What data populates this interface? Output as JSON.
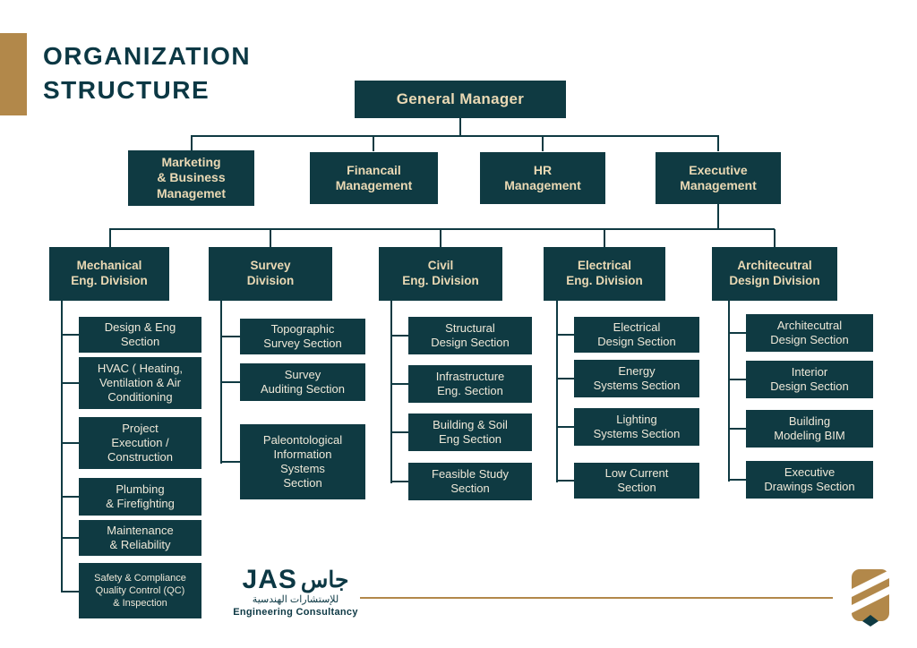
{
  "title": {
    "line1": "ORGANIZATION",
    "line2": "STRUCTURE"
  },
  "colors": {
    "teal": "#0f3a42",
    "gold": "#b2884a",
    "cream": "#eee8d8"
  },
  "org": {
    "root": "General Manager",
    "managements": [
      {
        "label": "Marketing\n& Business\nManagemet"
      },
      {
        "label": "Financail\nManagement"
      },
      {
        "label": "HR\nManagement"
      },
      {
        "label": "Executive\nManagement"
      }
    ],
    "divisions": [
      {
        "label": "Mechanical\nEng. Division",
        "sections": [
          "Design & Eng\nSection",
          "HVAC ( Heating,\nVentilation & Air\nConditioning",
          "Project\nExecution /\nConstruction",
          "Plumbing\n& Firefighting",
          "Maintenance\n& Reliability",
          "Safety & Compliance\nQuality Control (QC)\n& Inspection"
        ]
      },
      {
        "label": "Survey\nDivision",
        "sections": [
          "Topographic\nSurvey Section",
          "Survey\nAuditing Section",
          "Paleontological\nInformation\nSystems\nSection"
        ]
      },
      {
        "label": "Civil\nEng. Division",
        "sections": [
          "Structural\nDesign Section",
          "Infrastructure\nEng. Section",
          "Building & Soil\nEng Section",
          "Feasible Study\nSection"
        ]
      },
      {
        "label": "Electrical\nEng. Division",
        "sections": [
          "Electrical\nDesign Section",
          "Energy\nSystems Section",
          "Lighting\nSystems Section",
          "Low Current\nSection"
        ]
      },
      {
        "label": "Architecutral\nDesign Division",
        "sections": [
          "Architecutral\nDesign Section",
          "Interior\nDesign Section",
          "Building\nModeling BIM",
          "Executive\nDrawings Section"
        ]
      }
    ]
  },
  "footer": {
    "brand_latin": "JAS",
    "brand_arabic": "جاس",
    "brand_sub_arabic": "للإستشارات الهندسية",
    "brand_sub_english": "Engineering Consultancy"
  }
}
